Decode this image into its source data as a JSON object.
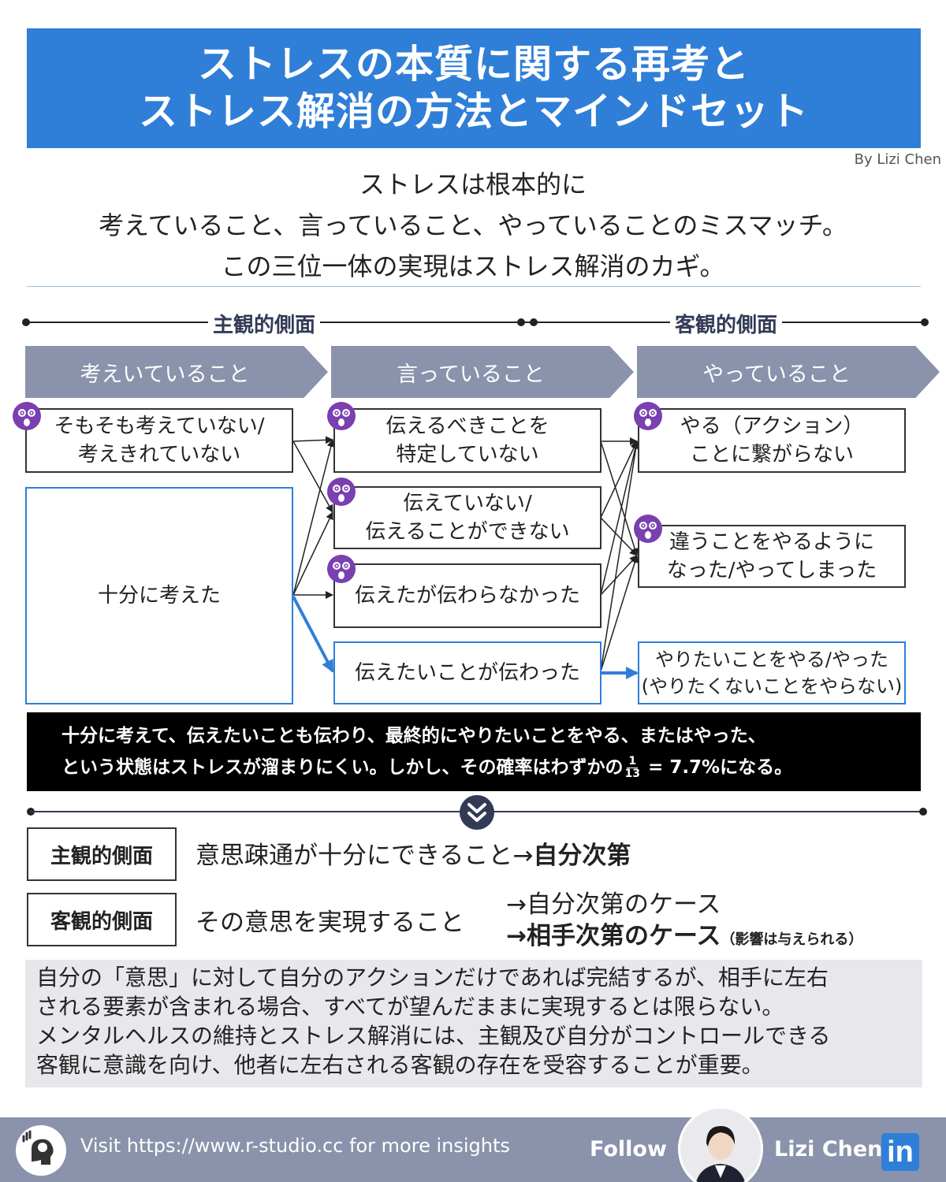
{
  "title": {
    "line1": "ストレスの本質に関する再考と",
    "line2": "ストレス解消の方法とマインドセット"
  },
  "byline": "By Lizi Chen",
  "intro": {
    "line1": "ストレスは根本的に",
    "line2": "考えていること、言っていること、やっていることのミスマッチ。",
    "line3": "この三位一体の実現はストレス解消のカギ。"
  },
  "axis": {
    "subjective": "主観的側面",
    "objective": "客観的側面"
  },
  "columns": {
    "think": "考えいていること",
    "say": "言っていること",
    "do": "やっていること"
  },
  "think_boxes": {
    "not_thinking": "そもそも考えていない/\n考えきれていない",
    "thought_enough": "十分に考えた"
  },
  "say_boxes": {
    "not_identified": "伝えるべきことを\n特定していない",
    "cannot_convey": "伝えていない/\n伝えることができない",
    "not_understood": "伝えたが伝わらなかった",
    "understood": "伝えたいことが伝わった"
  },
  "do_boxes": {
    "no_action": "やる（アクション）\nことに繋がらない",
    "different": "違うことをやるように\nなった/やってしまった",
    "wanted": "やりたいことをやる/やった\n(やりたくないことをやらない)"
  },
  "summary": {
    "line1": "十分に考えて、伝えたいことも伝わり、最終的にやりたいことをやる、またはやった、",
    "line2_pre": "という状態はストレスが溜まりにくい。しかし、その確率はわずかの",
    "frac_num": "1",
    "frac_den": "13",
    "line2_post": " = 7.7%になる。"
  },
  "bottom": {
    "subj_tag": "主観的側面",
    "subj_text": "意思疎通が十分にできること→",
    "subj_bold": "自分次第",
    "obj_tag": "客観的側面",
    "obj_text": "その意思を実現すること",
    "obj_case1": "→自分次第のケース",
    "obj_case2": "→相手次第のケース",
    "obj_note": "（影響は与えられる）"
  },
  "conclusion": {
    "line1": "自分の「意思」に対して自分のアクションだけであれば完結するが、相手に左右",
    "line2": "される要素が含まれる場合、すべてが望んだままに実現するとは限らない。",
    "line3": "メンタルヘルスの維持とストレス解消には、主観及び自分がコントロールできる",
    "line4": "客観に意識を向け、他者に左右される客観の存在を受容することが重要。"
  },
  "footer": {
    "visit": "Visit https://www.r-studio.cc for more insights",
    "follow": "Follow",
    "name": "Lizi Chen",
    "linkedin": "in"
  },
  "colors": {
    "accent_blue": "#2f7fd8",
    "chevron_gray": "#8a93ab",
    "face_purple": "#7a3fb0"
  }
}
